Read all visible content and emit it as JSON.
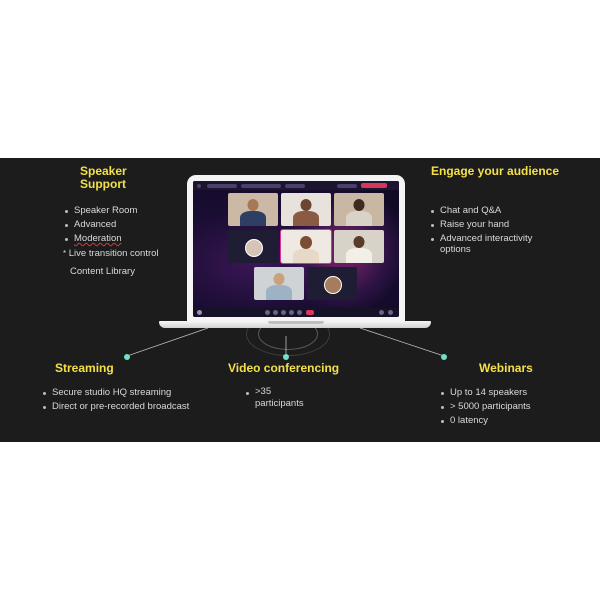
{
  "speaker_support": {
    "title_line1": "Speaker",
    "title_line2": "Support",
    "items": [
      "Speaker Room",
      "Advanced",
      "Moderation"
    ],
    "extra_item": "Live transition control",
    "plain_item": "Content Library"
  },
  "engage": {
    "title": "Engage your audience",
    "items": [
      "Chat and Q&A",
      "Raise your hand",
      "Advanced interactivity",
      "options"
    ]
  },
  "streaming": {
    "title": "Streaming",
    "items": [
      "Secure studio HQ streaming",
      "Direct or pre-recorded broadcast"
    ]
  },
  "video_conferencing": {
    "title": "Video conferencing",
    "items": [
      ">35",
      "participants"
    ]
  },
  "webinars": {
    "title": "Webinars",
    "items": [
      "Up to 14 speakers",
      "> 5000 participants",
      "0 latency"
    ]
  },
  "colors": {
    "banner_bg": "#1c1c1c",
    "heading_yellow": "#f3e04a",
    "connector_teal": "#6fe0c8",
    "stage_pink": "#d63896"
  },
  "icons": {
    "connector_dot": "teal-dot-icon",
    "laptop": "laptop-icon"
  }
}
